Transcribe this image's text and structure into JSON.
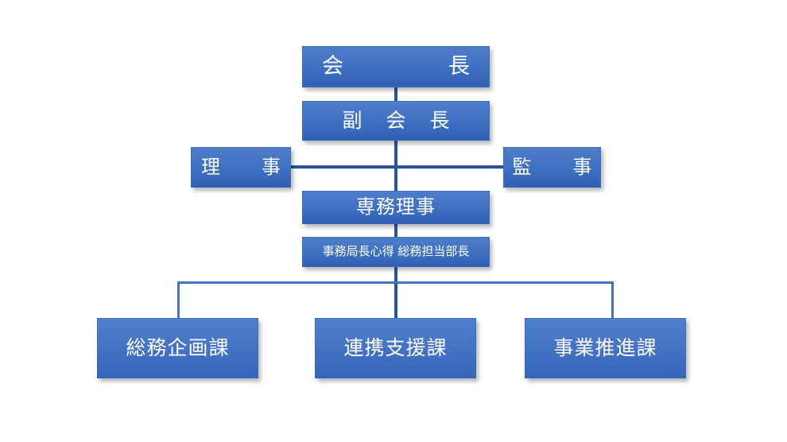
{
  "chart": {
    "type": "org-chart",
    "title": "",
    "background_color": "#ffffff",
    "box_fill_top": "#4e7cc9",
    "box_fill_bottom": "#2f60b6",
    "box_border_color": "#3a6bbe",
    "box_text_color": "#ffffff",
    "trunk_line_color": "#2b5597",
    "branch_line_color": "#4472c4",
    "levels": [
      {
        "level": 1,
        "nodes": [
          {
            "id": "chairman",
            "label": "会　　長"
          }
        ]
      },
      {
        "level": 2,
        "nodes": [
          {
            "id": "vice_chairman",
            "label": "副 会 長"
          }
        ]
      },
      {
        "level": 3,
        "nodes": [
          {
            "id": "director",
            "label": "理　事"
          },
          {
            "id": "auditor",
            "label": "監　事"
          }
        ]
      },
      {
        "level": 4,
        "nodes": [
          {
            "id": "exec_director",
            "label": "専務理事"
          }
        ]
      },
      {
        "level": 5,
        "nodes": [
          {
            "id": "secretary_general",
            "label": "事務局長心得 総務担当部長"
          }
        ]
      },
      {
        "level": 6,
        "nodes": [
          {
            "id": "division_general_affairs",
            "label": "総務企画課"
          },
          {
            "id": "division_cooperation",
            "label": "連携支援課"
          },
          {
            "id": "division_business",
            "label": "事業推進課"
          }
        ]
      }
    ]
  }
}
